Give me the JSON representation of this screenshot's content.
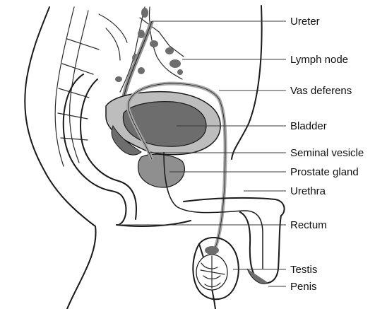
{
  "labels": {
    "ureter": "Ureter",
    "lymph_node": "Lymph node",
    "vas_deferens": "Vas deferens",
    "bladder": "Bladder",
    "seminal_vesicle": "Seminal vesicle",
    "prostate_gland": "Prostate gland",
    "urethra": "Urethra",
    "rectum": "Rectum",
    "testis": "Testis",
    "penis": "Penis"
  },
  "colors": {
    "organ_dark": "#6d6d6d",
    "organ_mid": "#8f8f8f",
    "organ_light": "#bdbdbd",
    "duct": "#a8a8a8",
    "line": "#1a1a1a"
  }
}
